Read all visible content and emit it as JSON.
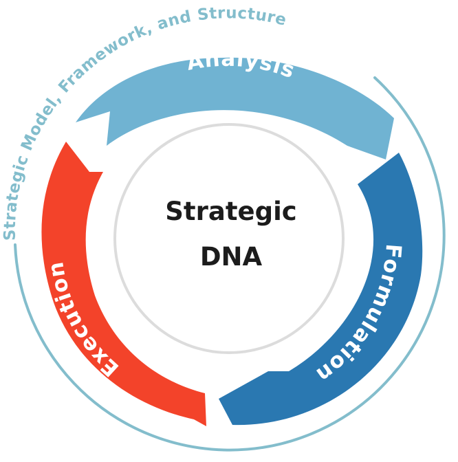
{
  "outer_label": "Strategic Model, Framework, and Structure",
  "center": {
    "line1": "Strategic",
    "line2": "DNA"
  },
  "segments": {
    "analysis": "Analysis",
    "formulation": "Formulation",
    "execution": "Execution"
  },
  "colors": {
    "outer_ring": "#83bdcc",
    "inner_ring": "#dcdcdc",
    "analysis": "#70b3d2",
    "formulation": "#2a78b1",
    "execution": "#f3432a",
    "center_text": "#1c1c1c",
    "segment_text": "#ffffff"
  }
}
